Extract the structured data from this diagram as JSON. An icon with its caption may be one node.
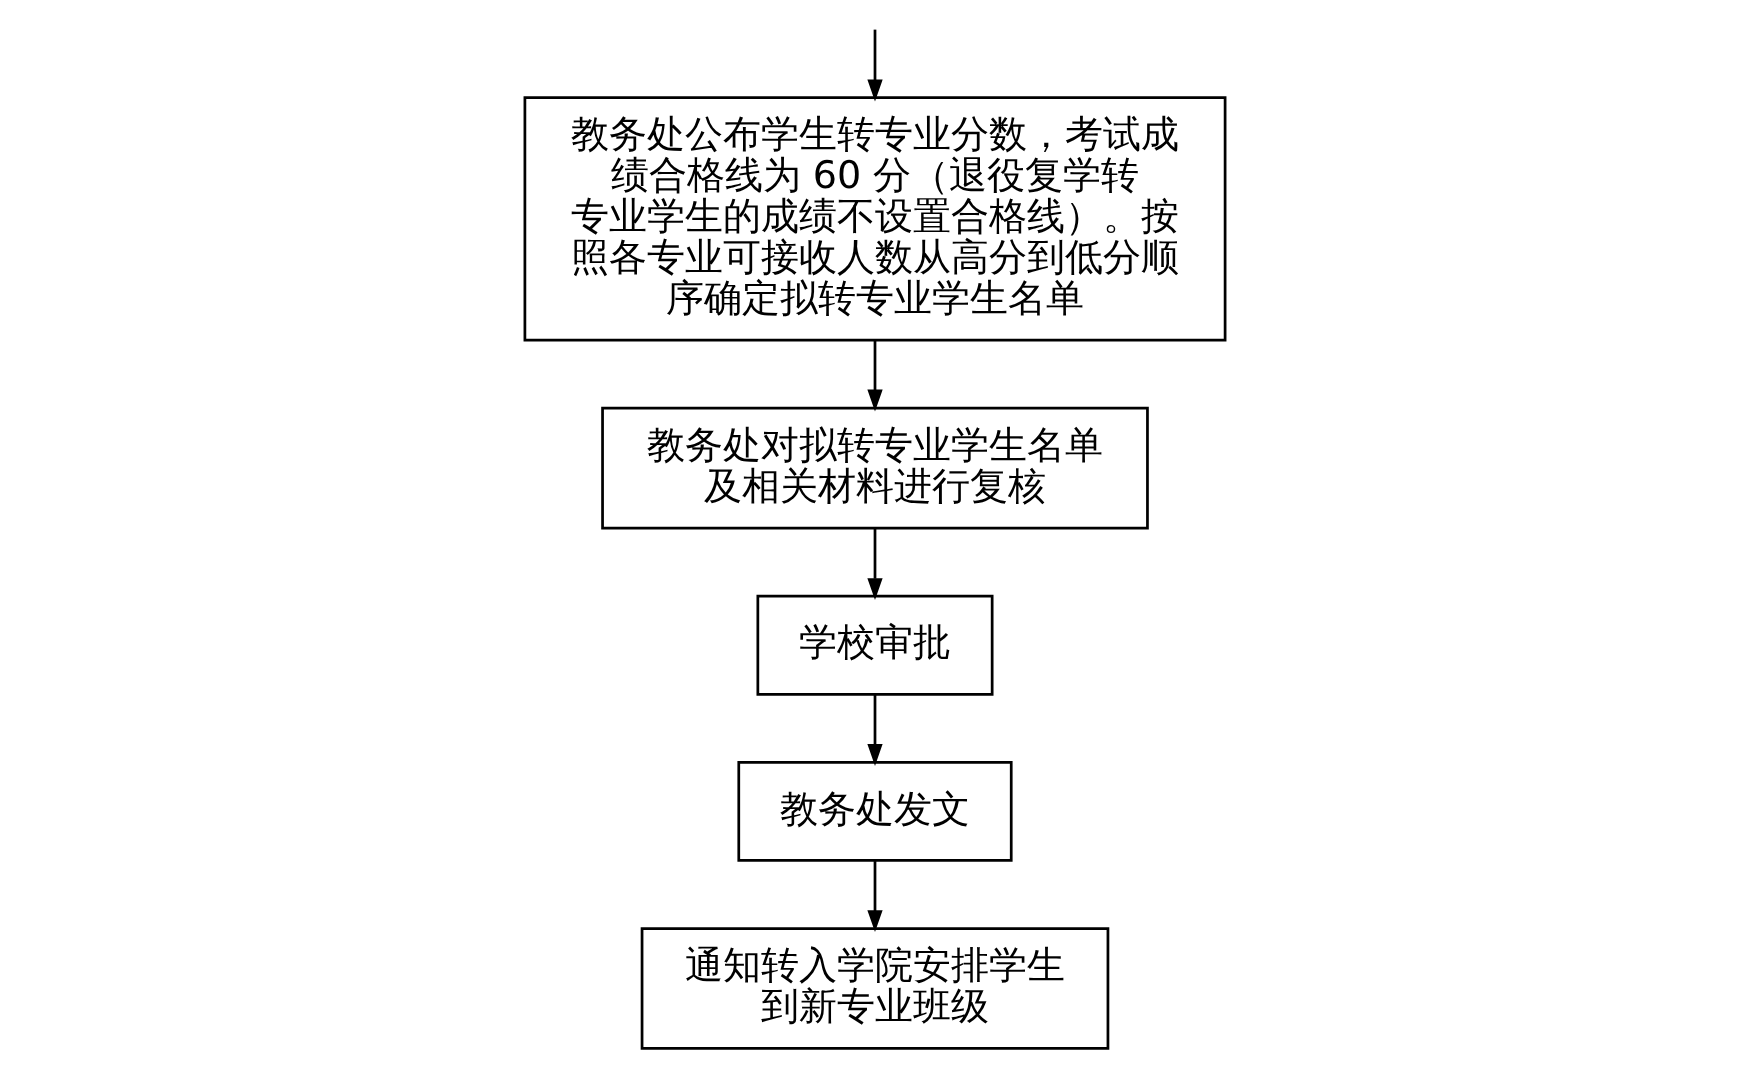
{
  "diagram": {
    "nodes": [
      {
        "text": [
          "教务处公布学生转专业分数，考试成绩合格线为 60 分（退役复学转专业学生的成绩不设置合格线）。按照各专业可接收人数从高分到低分顺序确定拟转专业学生名单"
        ]
      },
      {
        "text": [
          "教务处对拟转专业学生名单及相关材料进行复核"
        ]
      },
      {
        "text": [
          "学校审批"
        ]
      },
      {
        "text": [
          "教务处发文"
        ]
      },
      {
        "text": [
          "通知转入学院安排学生到新专业班级"
        ]
      }
    ],
    "edges": [
      {
        "from": null,
        "to": 0,
        "arrow": "to"
      },
      {
        "from": 0,
        "to": 1,
        "arrow": "to"
      },
      {
        "from": 1,
        "to": 2,
        "arrow": "to"
      },
      {
        "from": 2,
        "to": 3,
        "arrow": "to"
      },
      {
        "from": 3,
        "to": 4,
        "arrow": "to"
      }
    ]
  }
}
